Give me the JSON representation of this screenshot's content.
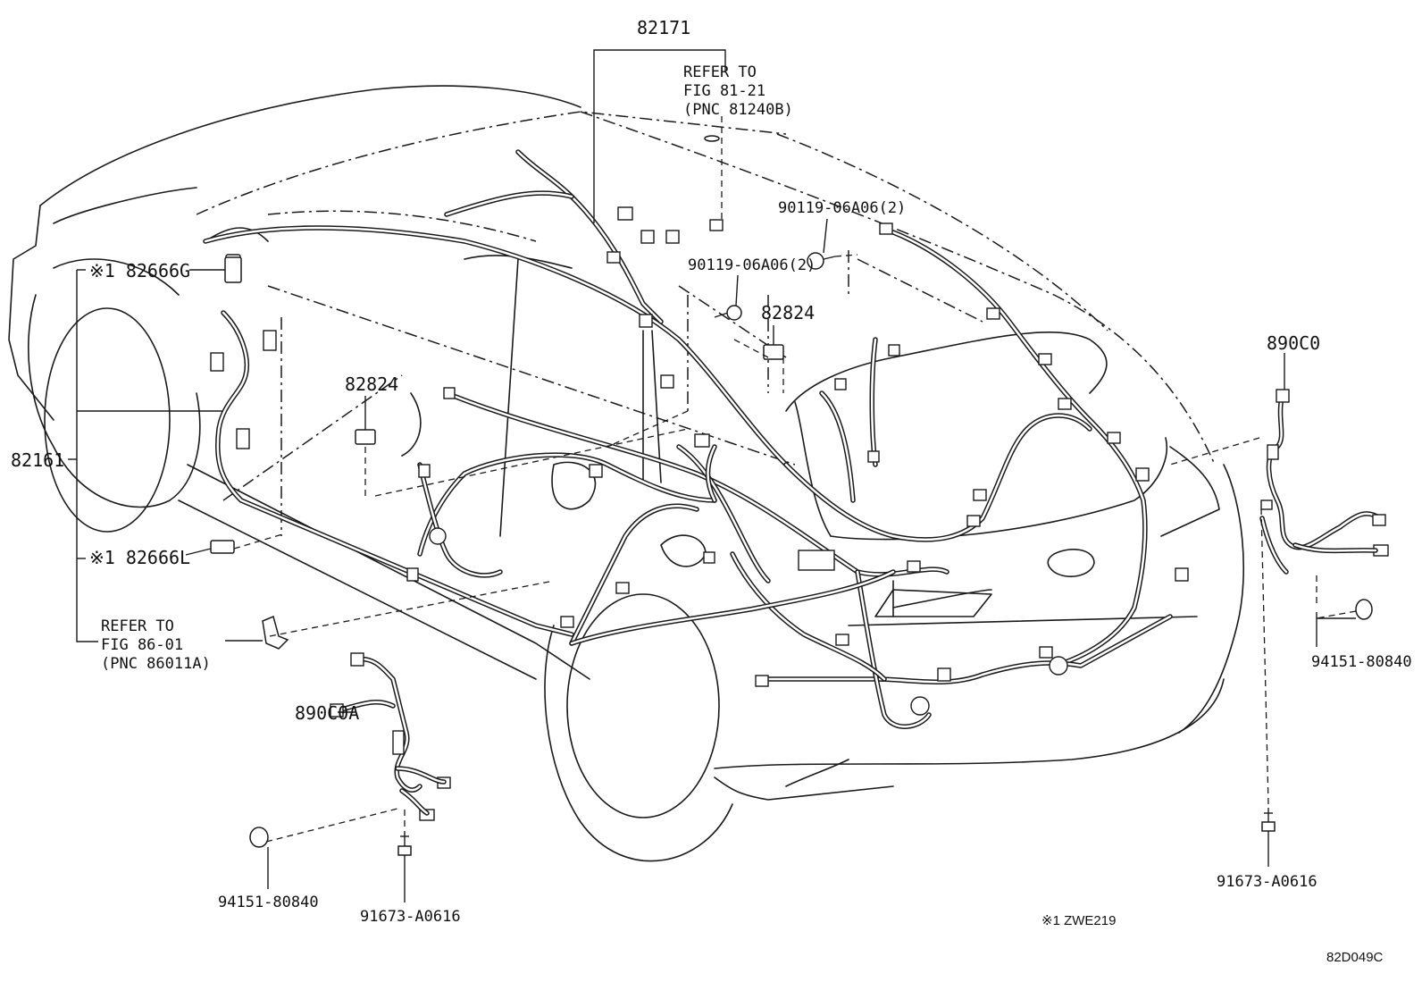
{
  "labels": {
    "p82171": "82171",
    "refer_a_1": "REFER TO",
    "refer_a_2": "FIG 81-21",
    "refer_a_3": "(PNC 81240B)",
    "p90119_a": "90119-06A06(2)",
    "p90119_b": "90119-06A06(2)",
    "p82824_a": "82824",
    "p82824_b": "82824",
    "p82666G": "※1 82666G",
    "p82161": "82161",
    "p82666L": "※1 82666L",
    "refer_b_1": "REFER TO",
    "refer_b_2": "FIG 86-01",
    "refer_b_3": "(PNC 86011A)",
    "p890C0": "890C0",
    "p890C0A": "890C0A",
    "p94151_a": "94151-80840",
    "p94151_b": "94151-80840",
    "p91673_a": "91673-A0616",
    "p91673_b": "91673-A0616",
    "note": "※1 ZWE219",
    "code": "82D049C"
  }
}
